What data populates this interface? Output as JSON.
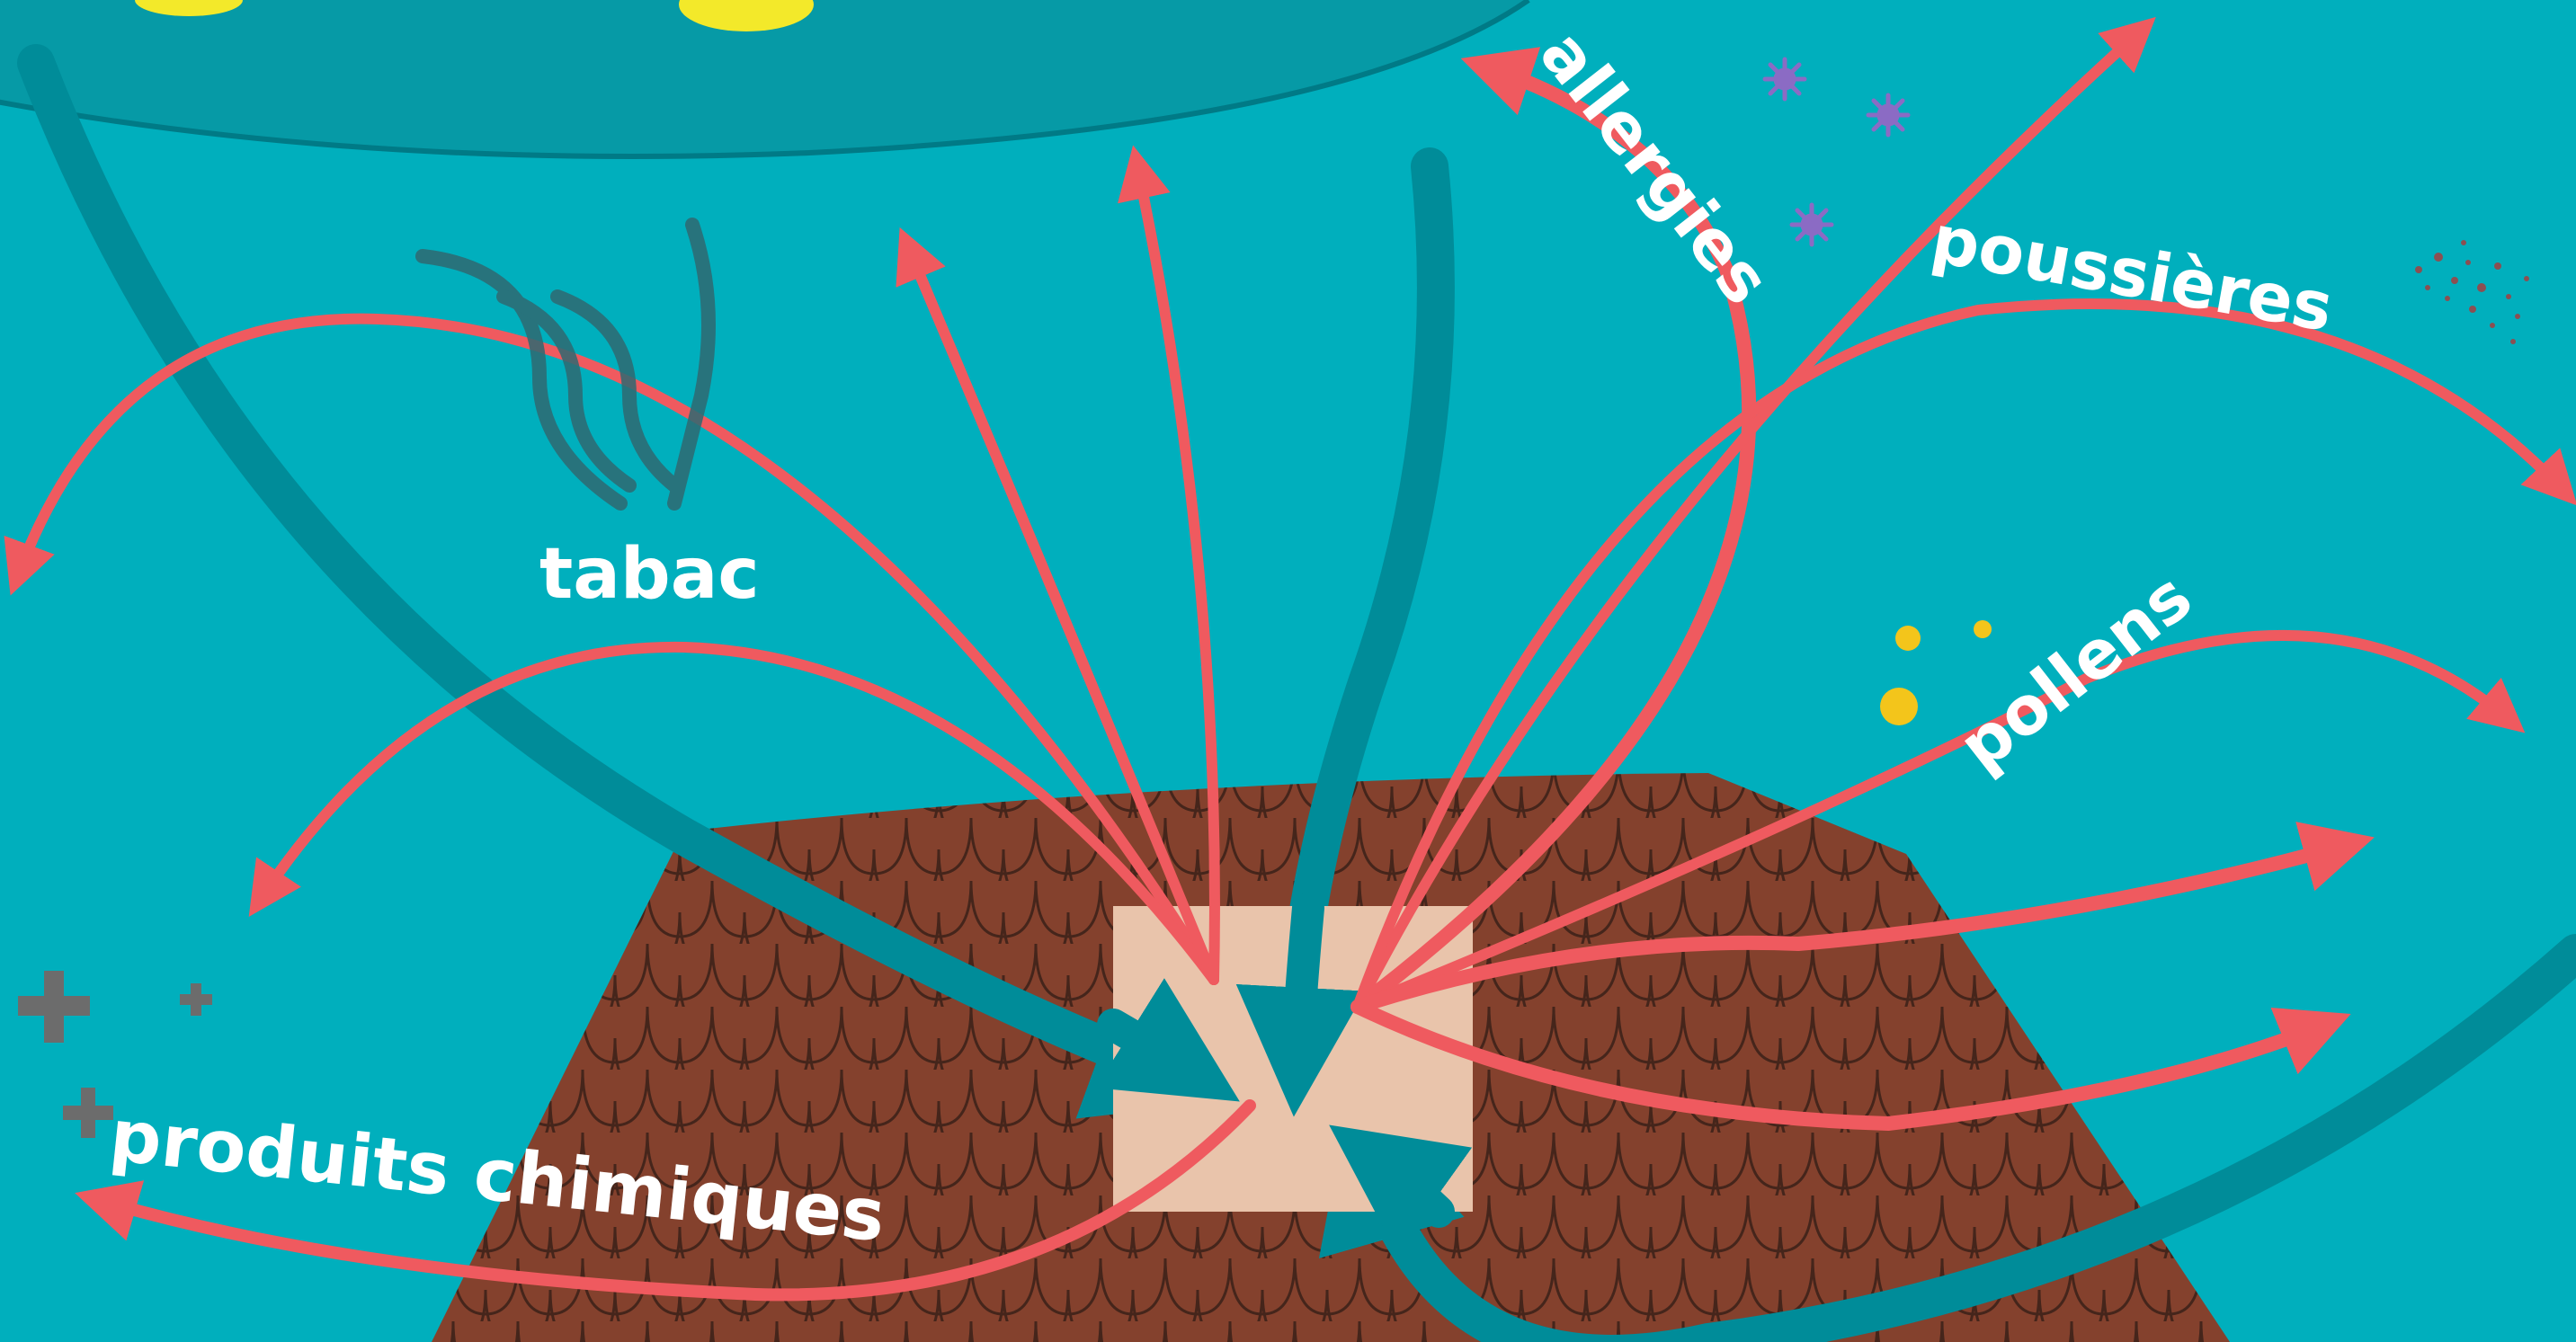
{
  "labels": {
    "tabac": "tabac",
    "allergies": "allergies",
    "poussieres": "poussières",
    "pollens": "pollens",
    "produits_chimiques": "produits chimiques"
  },
  "colors": {
    "background": "#00afbd",
    "dark_teal": "#008c99",
    "ceiling_cloud": "#069aa6",
    "red_arrow": "#ef5a5f",
    "roof_brown": "#84412d",
    "roof_line": "#3a2018",
    "window": "#e9c4ab",
    "pollen_yellow": "#f3c51b",
    "allergen_purple": "#8b6bc4",
    "dust": "#8b4f52",
    "chemical_grey": "#6c6c6c",
    "smoke": "#2f6971",
    "label_text": "#ffffff"
  },
  "icons": {
    "smoke": "smoke-wisps-icon",
    "allergen": "allergen-spore-icon",
    "dust": "dust-particles-icon",
    "pollen": "pollen-dots-icon",
    "chemical": "chemical-cross-icon"
  }
}
